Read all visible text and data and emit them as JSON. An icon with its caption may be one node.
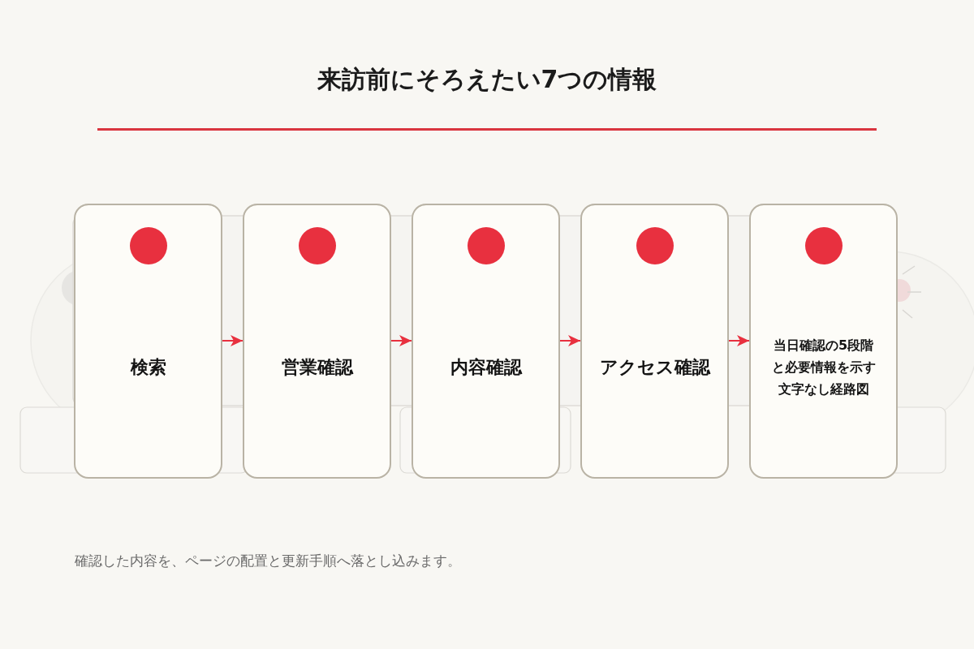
{
  "diagram": {
    "title": "来訪前にそろえたい7つの情報",
    "nodes": [
      {
        "text": [
          "検索"
        ]
      },
      {
        "text": [
          "営業確認"
        ]
      },
      {
        "text": [
          "内容確認"
        ]
      },
      {
        "text": [
          "アクセス確認"
        ]
      },
      {
        "text": [
          "当日確認の5段階と必要情報を示す文字なし経路図"
        ]
      }
    ],
    "edges": [
      {
        "from": 0,
        "to": 1,
        "arrow": "to"
      },
      {
        "from": 1,
        "to": 2,
        "arrow": "to"
      },
      {
        "from": 2,
        "to": 3,
        "arrow": "to"
      },
      {
        "from": 3,
        "to": 4,
        "arrow": "to"
      }
    ],
    "caption": "確認した内容を、ページの配置と更新手順へ落とし込みます。"
  }
}
